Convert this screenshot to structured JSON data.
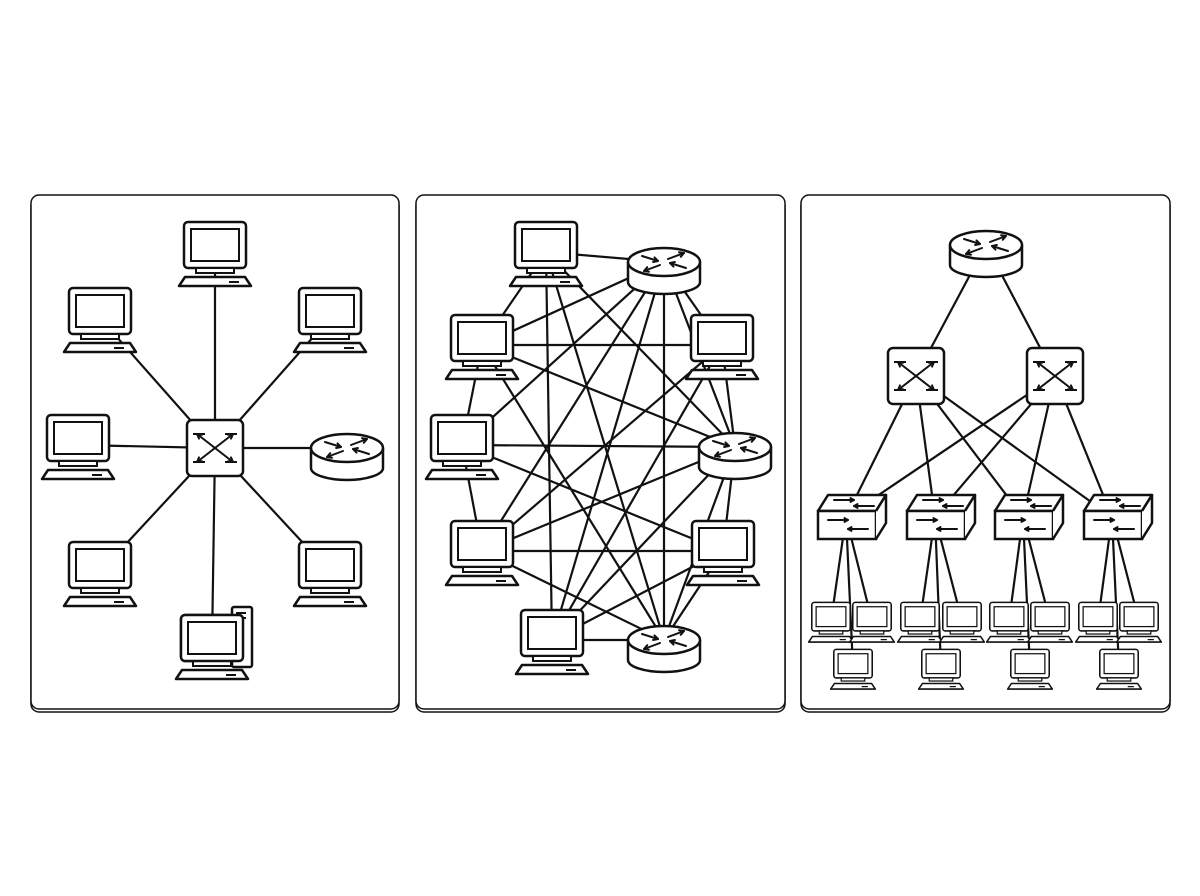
{
  "colors": {
    "stroke": "#111111",
    "fill": "#ffffff",
    "background": "#ffffff"
  },
  "panels": [
    {
      "name": "star-topology-panel",
      "devices": [
        {
          "id": "sw",
          "type": "switch-icon"
        },
        {
          "id": "c-top",
          "type": "computer-icon"
        },
        {
          "id": "c-topleft",
          "type": "computer-icon"
        },
        {
          "id": "c-topright",
          "type": "computer-icon"
        },
        {
          "id": "c-left",
          "type": "computer-icon"
        },
        {
          "id": "r-right",
          "type": "router-icon"
        },
        {
          "id": "c-bottomleft",
          "type": "computer-icon"
        },
        {
          "id": "c-bottomright",
          "type": "computer-icon"
        },
        {
          "id": "c-bottom",
          "type": "desktop-tower-icon"
        }
      ],
      "links": [
        [
          "sw",
          "c-top"
        ],
        [
          "sw",
          "c-topleft"
        ],
        [
          "sw",
          "c-topright"
        ],
        [
          "sw",
          "c-left"
        ],
        [
          "sw",
          "r-right"
        ],
        [
          "sw",
          "c-bottomleft"
        ],
        [
          "sw",
          "c-bottomright"
        ],
        [
          "sw",
          "c-bottom"
        ]
      ]
    },
    {
      "name": "mesh-topology-panel",
      "devices": [
        {
          "id": "m-c1",
          "type": "computer-icon"
        },
        {
          "id": "m-r1",
          "type": "router-icon"
        },
        {
          "id": "m-c2",
          "type": "computer-icon"
        },
        {
          "id": "m-c3",
          "type": "computer-icon"
        },
        {
          "id": "m-c4",
          "type": "computer-icon"
        },
        {
          "id": "m-r2",
          "type": "router-icon"
        },
        {
          "id": "m-c5",
          "type": "computer-icon"
        },
        {
          "id": "m-c6",
          "type": "computer-icon"
        },
        {
          "id": "m-c7",
          "type": "computer-icon"
        },
        {
          "id": "m-r3",
          "type": "router-icon"
        }
      ],
      "links": [
        [
          "m-c1",
          "m-r1"
        ],
        [
          "m-c1",
          "m-c3"
        ],
        [
          "m-c1",
          "m-r2"
        ],
        [
          "m-c1",
          "m-c7"
        ],
        [
          "m-c1",
          "m-r3"
        ],
        [
          "m-r1",
          "m-c2"
        ],
        [
          "m-r1",
          "m-c4"
        ],
        [
          "m-r1",
          "m-r2"
        ],
        [
          "m-r1",
          "m-c6"
        ],
        [
          "m-r1",
          "m-c7"
        ],
        [
          "m-r1",
          "m-r3"
        ],
        [
          "m-r1",
          "m-c3"
        ],
        [
          "m-c3",
          "m-c2"
        ],
        [
          "m-c3",
          "m-c4"
        ],
        [
          "m-c3",
          "m-r2"
        ],
        [
          "m-c3",
          "m-r3"
        ],
        [
          "m-c2",
          "m-r2"
        ],
        [
          "m-c2",
          "m-c7"
        ],
        [
          "m-c2",
          "m-c6"
        ],
        [
          "m-c4",
          "m-r2"
        ],
        [
          "m-c4",
          "m-c6"
        ],
        [
          "m-c4",
          "m-c5"
        ],
        [
          "m-r2",
          "m-c5"
        ],
        [
          "m-r2",
          "m-c6"
        ],
        [
          "m-r2",
          "m-c7"
        ],
        [
          "m-r2",
          "m-r3"
        ],
        [
          "m-c5",
          "m-c6"
        ],
        [
          "m-c5",
          "m-r3"
        ],
        [
          "m-c5",
          "m-c7"
        ],
        [
          "m-c6",
          "m-r3"
        ],
        [
          "m-c7",
          "m-r3"
        ]
      ]
    },
    {
      "name": "hierarchical-topology-panel",
      "devices": [
        {
          "id": "h-r",
          "type": "router-icon"
        },
        {
          "id": "h-s1",
          "type": "switch-icon"
        },
        {
          "id": "h-s2",
          "type": "switch-icon"
        },
        {
          "id": "h-a1",
          "type": "access-switch-icon"
        },
        {
          "id": "h-a2",
          "type": "access-switch-icon"
        },
        {
          "id": "h-a3",
          "type": "access-switch-icon"
        },
        {
          "id": "h-a4",
          "type": "access-switch-icon"
        },
        {
          "id": "h-p1",
          "type": "computer-icon"
        },
        {
          "id": "h-p2",
          "type": "computer-icon"
        },
        {
          "id": "h-p3",
          "type": "computer-icon"
        },
        {
          "id": "h-p4",
          "type": "computer-icon"
        },
        {
          "id": "h-p5",
          "type": "computer-icon"
        },
        {
          "id": "h-p6",
          "type": "computer-icon"
        },
        {
          "id": "h-p7",
          "type": "computer-icon"
        },
        {
          "id": "h-p8",
          "type": "computer-icon"
        },
        {
          "id": "h-p9",
          "type": "computer-icon"
        },
        {
          "id": "h-p10",
          "type": "computer-icon"
        },
        {
          "id": "h-p11",
          "type": "computer-icon"
        },
        {
          "id": "h-p12",
          "type": "computer-icon"
        }
      ],
      "links": [
        [
          "h-r",
          "h-s1"
        ],
        [
          "h-r",
          "h-s2"
        ],
        [
          "h-s1",
          "h-a1"
        ],
        [
          "h-s1",
          "h-a2"
        ],
        [
          "h-s1",
          "h-a3"
        ],
        [
          "h-s1",
          "h-a4"
        ],
        [
          "h-s2",
          "h-a1"
        ],
        [
          "h-s2",
          "h-a2"
        ],
        [
          "h-s2",
          "h-a3"
        ],
        [
          "h-s2",
          "h-a4"
        ],
        [
          "h-a1",
          "h-p1"
        ],
        [
          "h-a1",
          "h-p2"
        ],
        [
          "h-a1",
          "h-p3"
        ],
        [
          "h-a2",
          "h-p4"
        ],
        [
          "h-a2",
          "h-p5"
        ],
        [
          "h-a2",
          "h-p6"
        ],
        [
          "h-a3",
          "h-p7"
        ],
        [
          "h-a3",
          "h-p8"
        ],
        [
          "h-a3",
          "h-p9"
        ],
        [
          "h-a4",
          "h-p10"
        ],
        [
          "h-a4",
          "h-p11"
        ],
        [
          "h-a4",
          "h-p12"
        ]
      ]
    }
  ]
}
